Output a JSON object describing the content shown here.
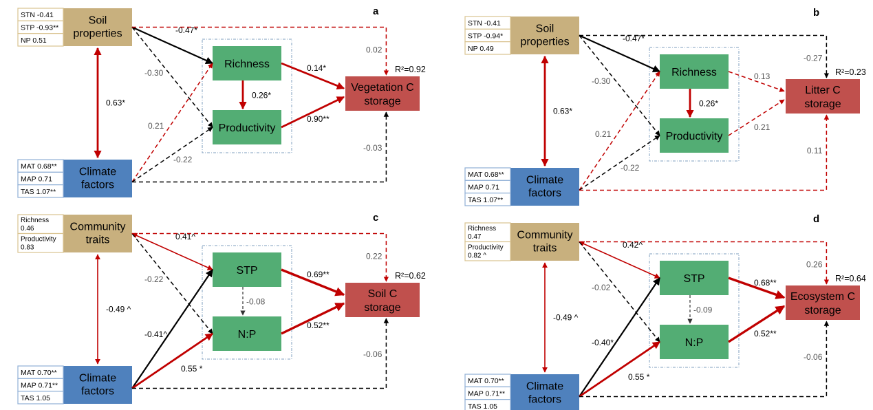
{
  "colors": {
    "soil_box": "#C8B07E",
    "climate_box": "#4F81BD",
    "mediator_box": "#53AD74",
    "target_box": "#C0504D",
    "significant_path": "#C00000",
    "negative_path": "#000000",
    "coef_gray": "#555555",
    "frame_dash": "#7F9FBF"
  },
  "panels": [
    {
      "id": "a",
      "label": "a",
      "driver_top": {
        "title": [
          "Soil",
          "properties"
        ],
        "indicators": [
          [
            "STN  -0.41"
          ],
          [
            "STP -0.93**"
          ],
          [
            "NP 0.51"
          ]
        ]
      },
      "driver_bottom": {
        "title": [
          "Climate",
          "factors"
        ],
        "indicators": [
          [
            "MAT 0.68**"
          ],
          [
            "MAP 0.71"
          ],
          [
            "TAS  1.07**"
          ]
        ]
      },
      "mediator_top": "Richness",
      "mediator_bottom": "Productivity",
      "target": [
        "Vegetation C",
        "storage"
      ],
      "r2": "R²=0.92",
      "paths": {
        "drivers_corr": {
          "label": "0.63*",
          "style": "sig"
        },
        "top_to_med1": {
          "label": "-0.47*",
          "style": "neg"
        },
        "top_to_med2": {
          "label": "-0.30",
          "style": "dash-black"
        },
        "bottom_to_med1": {
          "label": "0.21",
          "style": "dash-red"
        },
        "bottom_to_med2": {
          "label": "-0.22",
          "style": "dash-black"
        },
        "med1_to_med2": {
          "label": "0.26*",
          "style": "sig"
        },
        "med1_to_target": {
          "label": "0.14*",
          "style": "sig"
        },
        "med2_to_target": {
          "label": "0.90**",
          "style": "sig"
        },
        "top_to_target": {
          "label": "0.02",
          "style": "dash-red"
        },
        "bottom_to_target": {
          "label": "-0.03",
          "style": "dash-black"
        }
      }
    },
    {
      "id": "b",
      "label": "b",
      "driver_top": {
        "title": [
          "Soil",
          "properties"
        ],
        "indicators": [
          [
            "STN  -0.41"
          ],
          [
            "STP -0.94*"
          ],
          [
            "NP 0.49"
          ]
        ]
      },
      "driver_bottom": {
        "title": [
          "Climate",
          "factors"
        ],
        "indicators": [
          [
            "MAT 0.68**"
          ],
          [
            "MAP 0.71"
          ],
          [
            "TAS  1.07**"
          ]
        ]
      },
      "mediator_top": "Richness",
      "mediator_bottom": "Productivity",
      "target": [
        "Litter C",
        "storage"
      ],
      "r2": "R²=0.23",
      "paths": {
        "drivers_corr": {
          "label": "0.63*",
          "style": "sig"
        },
        "top_to_med1": {
          "label": "-0.47*",
          "style": "neg"
        },
        "top_to_med2": {
          "label": "-0.30",
          "style": "dash-black"
        },
        "bottom_to_med1": {
          "label": "0.21",
          "style": "dash-red"
        },
        "bottom_to_med2": {
          "label": "-0.22",
          "style": "dash-black"
        },
        "med1_to_med2": {
          "label": "0.26*",
          "style": "sig"
        },
        "med1_to_target": {
          "label": "0.13",
          "style": "dash-red"
        },
        "med2_to_target": {
          "label": "0.21",
          "style": "dash-red"
        },
        "top_to_target": {
          "label": "-0.27",
          "style": "dash-black"
        },
        "bottom_to_target": {
          "label": "0.11",
          "style": "dash-red"
        }
      }
    },
    {
      "id": "c",
      "label": "c",
      "driver_top": {
        "title": [
          "Community",
          "traits"
        ],
        "indicators": [
          [
            "Richness",
            " 0.46"
          ],
          [
            "Productivity",
            " 0.83"
          ]
        ]
      },
      "driver_bottom": {
        "title": [
          "Climate",
          "factors"
        ],
        "indicators": [
          [
            "MAT 0.70**"
          ],
          [
            "MAP 0.71**"
          ],
          [
            "TAS  1.05"
          ]
        ]
      },
      "mediator_top": "STP",
      "mediator_bottom": "N:P",
      "target": [
        "Soil C",
        "storage"
      ],
      "r2": "R²=0.62",
      "paths": {
        "drivers_corr": {
          "label": "-0.49 ^",
          "style": "sig-thin"
        },
        "top_to_med1": {
          "label": "0.41^",
          "style": "sig-thin"
        },
        "top_to_med2": {
          "label": "-0.22",
          "style": "dash-black"
        },
        "bottom_to_med1": {
          "label": "-0.41^",
          "style": "neg"
        },
        "bottom_to_med2": {
          "label": "0.55 *",
          "style": "sig"
        },
        "med1_to_med2": {
          "label": "-0.08",
          "style": "dash-gray"
        },
        "med1_to_target": {
          "label": "0.69**",
          "style": "sig-bold"
        },
        "med2_to_target": {
          "label": "0.52**",
          "style": "sig-bold"
        },
        "top_to_target": {
          "label": "0.22",
          "style": "dash-red"
        },
        "bottom_to_target": {
          "label": "-0.06",
          "style": "dash-black"
        }
      }
    },
    {
      "id": "d",
      "label": "d",
      "driver_top": {
        "title": [
          "Community",
          "traits"
        ],
        "indicators": [
          [
            "Richness",
            " 0.47"
          ],
          [
            "Productivity",
            " 0.82 ^"
          ]
        ]
      },
      "driver_bottom": {
        "title": [
          "Climate",
          "factors"
        ],
        "indicators": [
          [
            "MAT 0.70**"
          ],
          [
            "MAP 0.71**"
          ],
          [
            "TAS  1.05"
          ]
        ]
      },
      "mediator_top": "STP",
      "mediator_bottom": "N:P",
      "target": [
        "Ecosystem C",
        "storage"
      ],
      "r2": "R²=0.64",
      "paths": {
        "drivers_corr": {
          "label": "-0.49 ^",
          "style": "sig-thin"
        },
        "top_to_med1": {
          "label": "0.42^",
          "style": "sig-thin"
        },
        "top_to_med2": {
          "label": "-0.02",
          "style": "dash-black"
        },
        "bottom_to_med1": {
          "label": "-0.40*",
          "style": "neg"
        },
        "bottom_to_med2": {
          "label": "0.55 *",
          "style": "sig"
        },
        "med1_to_med2": {
          "label": "-0.09",
          "style": "dash-gray"
        },
        "med1_to_target": {
          "label": "0.68**",
          "style": "sig-bold"
        },
        "med2_to_target": {
          "label": "0.52**",
          "style": "sig-bold"
        },
        "top_to_target": {
          "label": "0.26",
          "style": "dash-red"
        },
        "bottom_to_target": {
          "label": "-0.06",
          "style": "dash-black"
        }
      }
    }
  ]
}
